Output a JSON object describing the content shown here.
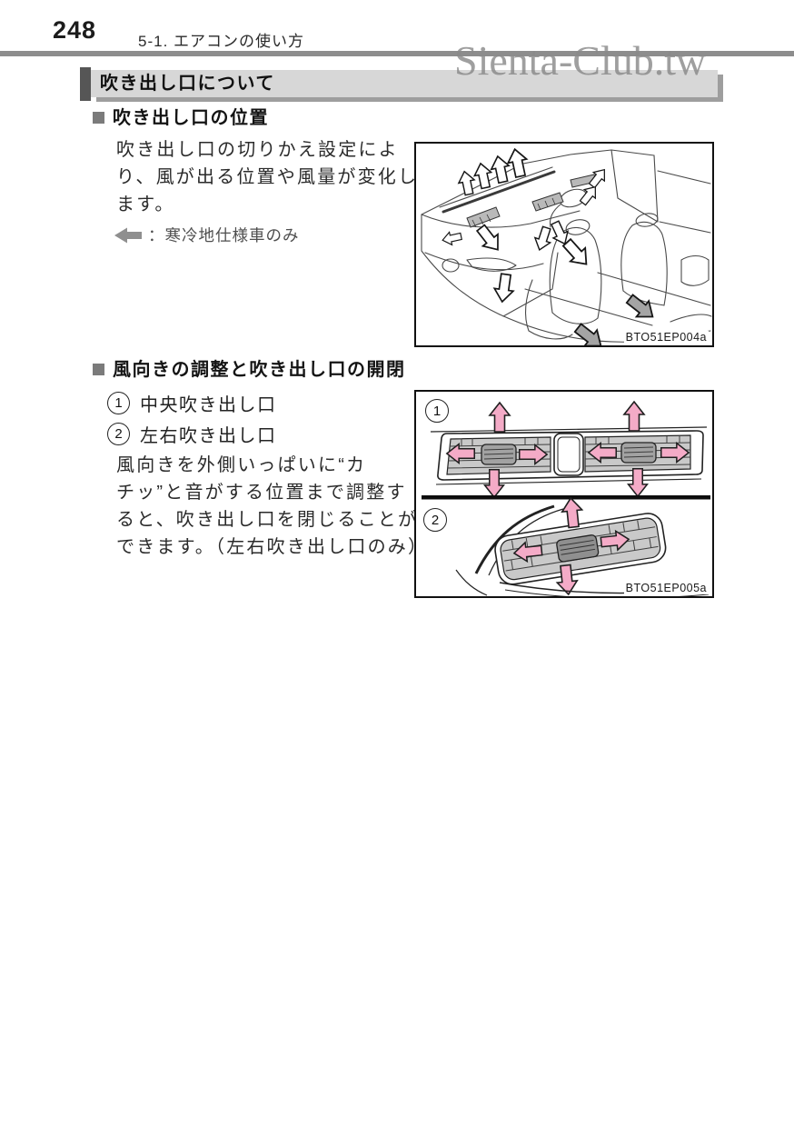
{
  "page": {
    "number": "248",
    "chapter": "5-1. エアコンの使い方"
  },
  "watermark": "Sienta-Club.tw",
  "section": {
    "title": "吹き出し口について"
  },
  "sub1": {
    "title": "吹き出し口の位置",
    "body": "吹き出し口の切りかえ設定によ\nり、風が出る位置や風量が変化し\nます。",
    "note": "：寒冷地仕様車のみ"
  },
  "fig1": {
    "caption": "BTO51EP004a"
  },
  "sub2": {
    "title": "風向きの調整と吹き出し口の開閉",
    "items": [
      {
        "num": "1",
        "label": "中央吹き出し口"
      },
      {
        "num": "2",
        "label": "左右吹き出し口"
      }
    ],
    "body": "風向きを外側いっぱいに“カ\nチッ”と音がする位置まで調整す\nると、吹き出し口を閉じることが\nできます。（左右吹き出し口のみ）"
  },
  "fig2": {
    "caption": "BTO51EP005a",
    "panel1_num": "1",
    "panel2_num": "2"
  },
  "colors": {
    "arrow_pink": "#f4abc7",
    "bar_gray": "#d7d7d7",
    "accent_gray": "#8d8d8d"
  }
}
